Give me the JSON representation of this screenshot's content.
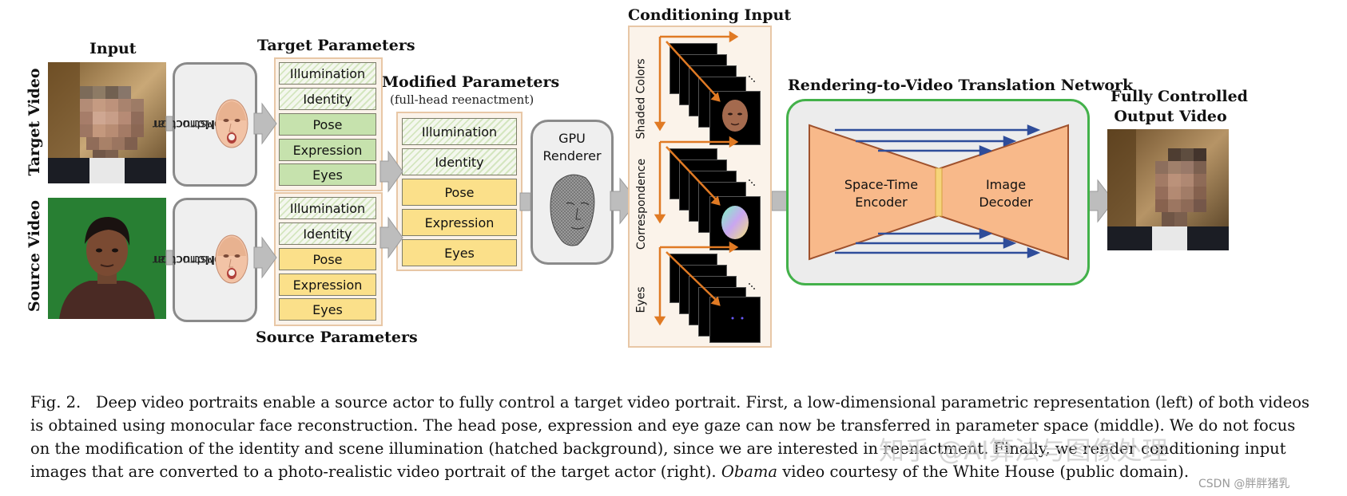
{
  "headers": {
    "input": "Input",
    "target_parameters": "Target Parameters",
    "modified_parameters": "Modified Parameters",
    "modified_sub": "(full-head reenactment)",
    "source_parameters": "Source Parameters",
    "conditioning_input": "Conditioning Input",
    "network_title": "Rendering-to-Video Translation Network",
    "output_line1": "Fully Controlled",
    "output_line2": "Output Video"
  },
  "row_labels": {
    "target": "Target Video",
    "source": "Source Video"
  },
  "mono_label_line1": "Monocular",
  "mono_label_line2": "Reconstruction",
  "gpu": {
    "line1": "GPU",
    "line2": "Renderer"
  },
  "target_params": [
    "Illumination",
    "Identity",
    "Pose",
    "Expression",
    "Eyes"
  ],
  "source_params": [
    "Illumination",
    "Identity",
    "Pose",
    "Expression",
    "Eyes"
  ],
  "modified_params": [
    "Illumination",
    "Identity",
    "Pose",
    "Expression",
    "Eyes"
  ],
  "conditioning_labels": [
    "Shaded Colors",
    "Correspondence",
    "Eyes"
  ],
  "network": {
    "encoder_line1": "Space-Time",
    "encoder_line2": "Encoder",
    "decoder_line1": "Image",
    "decoder_line2": "Decoder"
  },
  "caption": {
    "prefix": "Fig. 2.",
    "text1": "Deep video portraits enable a source actor to fully control a target video portrait. First, a low-dimensional parametric representation (left) of both videos is obtained using monocular face reconstruction. The head pose, expression and eye gaze can now be transferred in parameter space (middle). We do not focus on the modification of the identity and scene illumination (hatched background), since we are interested in reenactment. Finally, we render conditioning input images that are converted to a photo-realistic video portrait of the target actor (right).",
    "italic": "Obama",
    "text2": "video courtesy of the White House (public domain)."
  },
  "watermarks": {
    "zhihu": "知乎 @AI算法与图像处理",
    "csdn": "CSDN @胖胖猪乳"
  },
  "colors": {
    "param_green": "#c6e2ad",
    "param_yellow": "#fbe08a",
    "arrow_orange": "#e07a24",
    "network_border": "#43b14a",
    "network_fill": "#f8b98a",
    "skip_arrow_blue": "#2f4d9a"
  }
}
